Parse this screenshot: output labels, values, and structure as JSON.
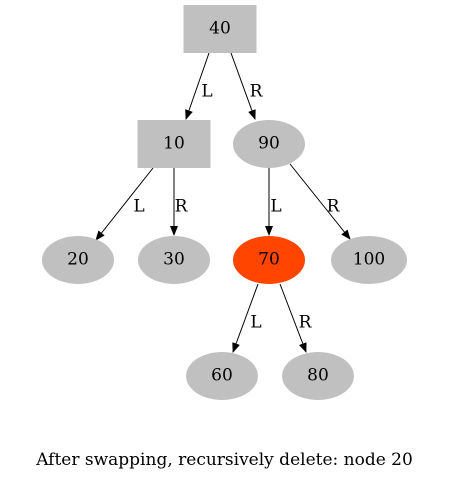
{
  "colors": {
    "node_fill": "#c0c0c0",
    "highlight_fill": "#ff4500",
    "edge": "#000000",
    "background": "#ffffff"
  },
  "nodes": [
    {
      "id": "n40",
      "label": "40",
      "shape": "box"
    },
    {
      "id": "n10",
      "label": "10",
      "shape": "box"
    },
    {
      "id": "n90",
      "label": "90",
      "shape": "ellipse"
    },
    {
      "id": "n20",
      "label": "20",
      "shape": "ellipse"
    },
    {
      "id": "n30",
      "label": "30",
      "shape": "ellipse"
    },
    {
      "id": "n70",
      "label": "70",
      "shape": "ellipse",
      "highlighted": true
    },
    {
      "id": "n100",
      "label": "100",
      "shape": "ellipse"
    },
    {
      "id": "n60",
      "label": "60",
      "shape": "ellipse"
    },
    {
      "id": "n80",
      "label": "80",
      "shape": "ellipse"
    }
  ],
  "edges": [
    {
      "from": "n40",
      "to": "n10",
      "label": "L"
    },
    {
      "from": "n40",
      "to": "n90",
      "label": "R"
    },
    {
      "from": "n10",
      "to": "n20",
      "label": "L"
    },
    {
      "from": "n10",
      "to": "n30",
      "label": "R"
    },
    {
      "from": "n90",
      "to": "n70",
      "label": "L"
    },
    {
      "from": "n90",
      "to": "n100",
      "label": "R"
    },
    {
      "from": "n70",
      "to": "n60",
      "label": "L"
    },
    {
      "from": "n70",
      "to": "n80",
      "label": "R"
    }
  ],
  "caption": "After swapping, recursively delete: node 20"
}
